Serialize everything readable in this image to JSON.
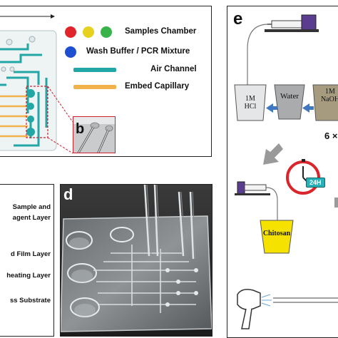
{
  "panels": {
    "a": {
      "legend": [
        {
          "label": "Samples Chamber",
          "icon": "three-colored-dots",
          "colors": [
            "#e0242a",
            "#e6d21e",
            "#37b34a"
          ]
        },
        {
          "label": "Wash Buffer / PCR Mixture",
          "icon": "blue-dot",
          "colors": [
            "#1e4fd0"
          ]
        },
        {
          "label": "Air Channel",
          "icon": "teal-bar",
          "colors": [
            "#22a6a6"
          ]
        },
        {
          "label": "Embed Capillary",
          "icon": "orange-bar",
          "colors": [
            "#f2b24a"
          ]
        }
      ]
    },
    "b": {
      "letter": "b"
    },
    "c": {
      "layers": [
        {
          "line1": "Sample and",
          "line2": "agent Layer"
        },
        {
          "line1": "d  Film Layer",
          "line2": ""
        },
        {
          "line1": "heating Layer",
          "line2": ""
        },
        {
          "line1": "ss Substrate",
          "line2": ""
        }
      ]
    },
    "d": {
      "letter": "d"
    },
    "e": {
      "letter": "e",
      "beakers": [
        {
          "line1": "1M",
          "line2": "HCl"
        },
        {
          "line1": "Water",
          "line2": ""
        },
        {
          "line1": "1M",
          "line2": "NaOH"
        }
      ],
      "repeat_text": "6 ×",
      "timer_text": "24H",
      "chitosan_label": "Chitosan"
    }
  },
  "colors": {
    "teal": "#22a6a6",
    "orange": "#f2b24a",
    "arrow_blue": "#3e78c0",
    "arrow_gray": "#9a9a9a",
    "dashed_red": "#d01f2f",
    "chitosan_yellow": "#f6e200",
    "clock_red": "#d9262c",
    "timer_teal": "#27b0b8",
    "pump_purple": "#5a3d8f"
  }
}
